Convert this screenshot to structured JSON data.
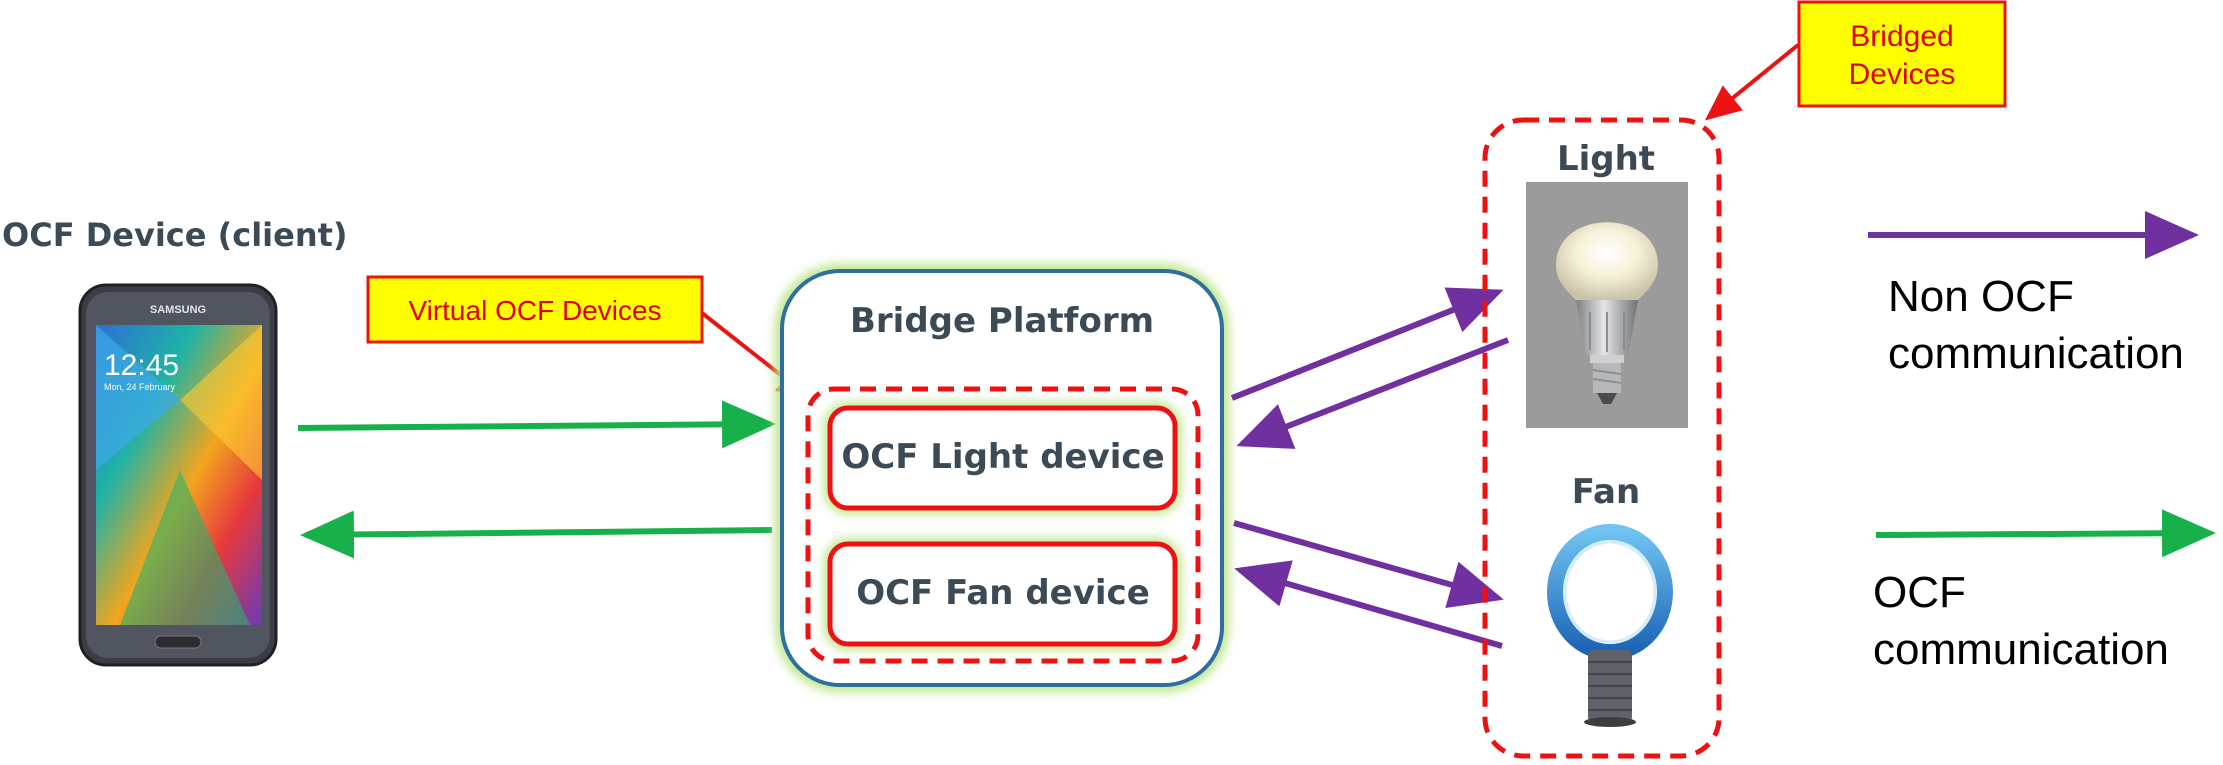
{
  "client": {
    "label": "OCF Device (client)",
    "phone_brand": "SAMSUNG",
    "phone_time": "12:45",
    "phone_date": "Mon, 24 February"
  },
  "virtual_callout": {
    "label": "Virtual OCF Devices"
  },
  "bridge": {
    "title": "Bridge Platform",
    "light_device": "OCF Light device",
    "fan_device": "OCF Fan device"
  },
  "bridged_callout": {
    "line1": "Bridged",
    "line2": "Devices"
  },
  "devices": {
    "light_label": "Light",
    "fan_label": "Fan"
  },
  "legend": {
    "non_ocf_line1": "Non OCF",
    "non_ocf_line2": "communication",
    "ocf_line1": "OCF",
    "ocf_line2": "communication"
  },
  "colors": {
    "ocf_arrow": "#18b04a",
    "non_ocf_arrow": "#7030a0",
    "dashed_red": "#ee1111",
    "callout_fill": "#ffff00",
    "bridge_border": "#2f6f9f",
    "text_dark": "#3c4a55"
  }
}
